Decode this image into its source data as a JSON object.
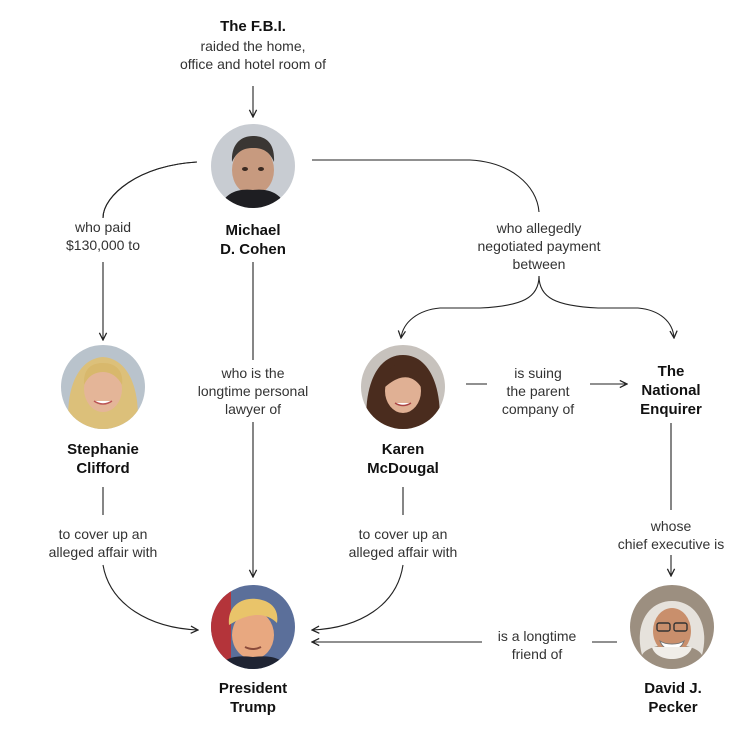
{
  "people": {
    "fbi": {
      "name": "The F.B.I."
    },
    "cohen": {
      "name": [
        "Michael",
        "D. Cohen"
      ]
    },
    "clifford": {
      "name": [
        "Stephanie",
        "Clifford"
      ]
    },
    "mcdougal": {
      "name": [
        "Karen",
        "McDougal"
      ]
    },
    "enquirer": {
      "name": [
        "The",
        "National",
        "Enquirer"
      ]
    },
    "trump": {
      "name": [
        "President",
        "Trump"
      ]
    },
    "pecker": {
      "name": [
        "David J.",
        "Pecker"
      ]
    }
  },
  "relations": {
    "fbi_to_cohen": [
      "raided the home,",
      "office and hotel room of"
    ],
    "cohen_paid_clifford": [
      "who paid",
      "$130,000 to"
    ],
    "cohen_lawyer_trump": [
      "who is the",
      "longtime personal",
      "lawyer of"
    ],
    "cohen_negotiated": [
      "who allegedly",
      "negotiated payment",
      "between"
    ],
    "mcdougal_suing_enquirer": [
      "is suing",
      "the parent",
      "company of"
    ],
    "clifford_cover_trump": [
      "to cover up an",
      "alleged affair with"
    ],
    "mcdougal_cover_trump": [
      "to cover up an",
      "alleged affair with"
    ],
    "enquirer_chief_pecker": [
      "whose",
      "chief executive is"
    ],
    "pecker_friend_trump": [
      "is a longtime",
      "friend of"
    ]
  },
  "colors": {
    "line": "#222222",
    "text": "#333333"
  }
}
